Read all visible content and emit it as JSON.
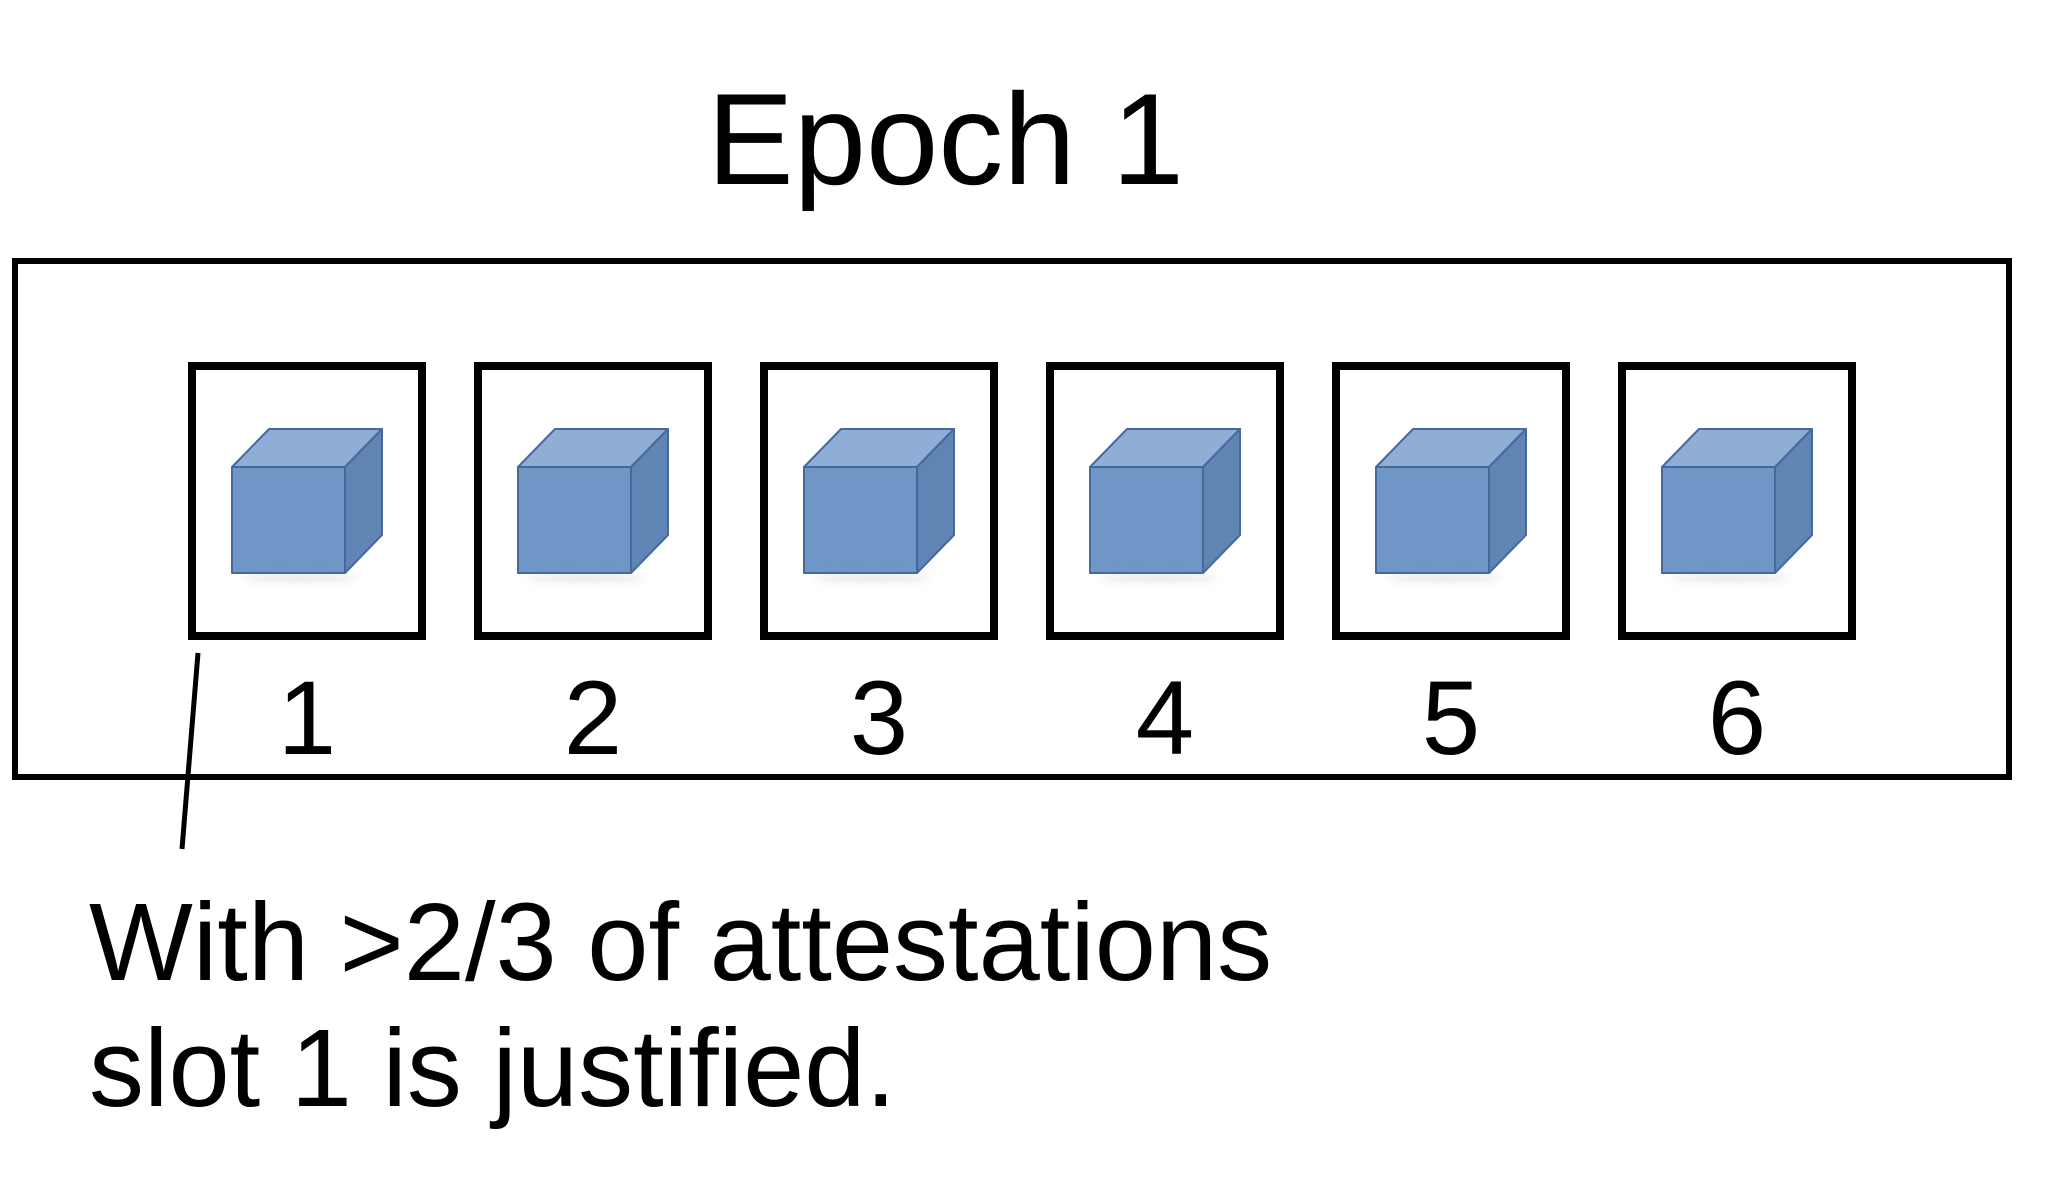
{
  "title": "Epoch 1",
  "epoch": {
    "slots": [
      {
        "label": "1"
      },
      {
        "label": "2"
      },
      {
        "label": "3"
      },
      {
        "label": "4"
      },
      {
        "label": "5"
      },
      {
        "label": "6"
      }
    ]
  },
  "annotation": {
    "line1": "With >2/3 of attestations",
    "line2": "slot 1 is justified."
  },
  "icons": {
    "slot_content": "block-cube-icon"
  },
  "colors": {
    "background": "#FFFFFF",
    "text": "#000000",
    "diagram_outline": "#000000",
    "cube_front": "#7096C8",
    "cube_top": "#8FADD5",
    "cube_side": "#6085B5",
    "cube_stroke": "#46699C"
  }
}
